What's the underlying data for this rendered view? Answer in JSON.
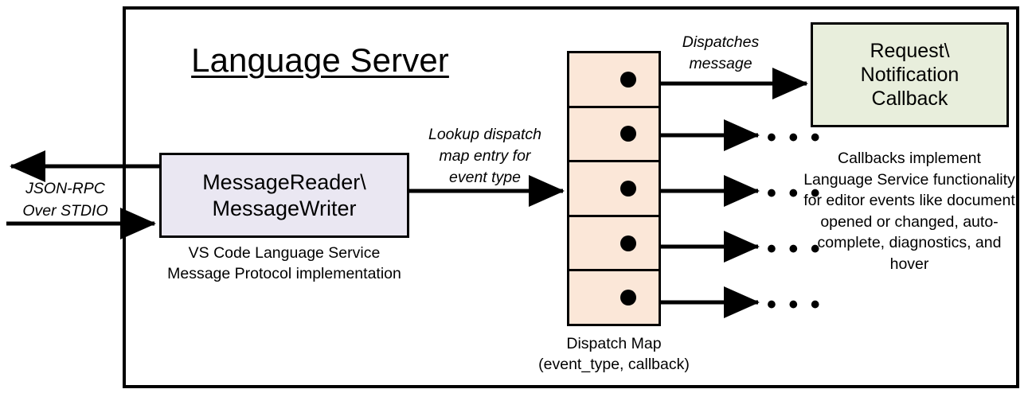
{
  "diagram": {
    "title": "Language Server",
    "outer_border_color": "#000000",
    "background": "#ffffff"
  },
  "message_component": {
    "label": "MessageReader\\\nMessageWriter",
    "fill_color": "#EAE7F2",
    "caption": "VS Code Language Service\nMessage Protocol implementation"
  },
  "transport": {
    "label": "JSON-RPC\nOver STDIO",
    "outbound_arrow": "arrow-left-out",
    "inbound_arrow": "arrow-right-in"
  },
  "lookup": {
    "label": "Lookup dispatch\nmap entry for\nevent type"
  },
  "dispatch_map": {
    "fill_color": "#FBE7D8",
    "cell_count": 5,
    "caption": "Dispatch Map\n(event_type, callback)",
    "entries": [
      {
        "dot": "entry-dot",
        "target": "callback-box"
      },
      {
        "dot": "entry-dot",
        "target": "ellipsis"
      },
      {
        "dot": "entry-dot",
        "target": "ellipsis"
      },
      {
        "dot": "entry-dot",
        "target": "ellipsis"
      },
      {
        "dot": "entry-dot",
        "target": "ellipsis"
      }
    ]
  },
  "dispatches": {
    "label": "Dispatches\nmessage"
  },
  "callback": {
    "label": "Request\\\nNotification\nCallback",
    "fill_color": "#E8EEDC",
    "caption": "Callbacks implement Language Service functionality for editor events like document opened or changed, auto-complete, diagnostics, and hover"
  },
  "ellipsis": {
    "glyph": "• • •"
  }
}
